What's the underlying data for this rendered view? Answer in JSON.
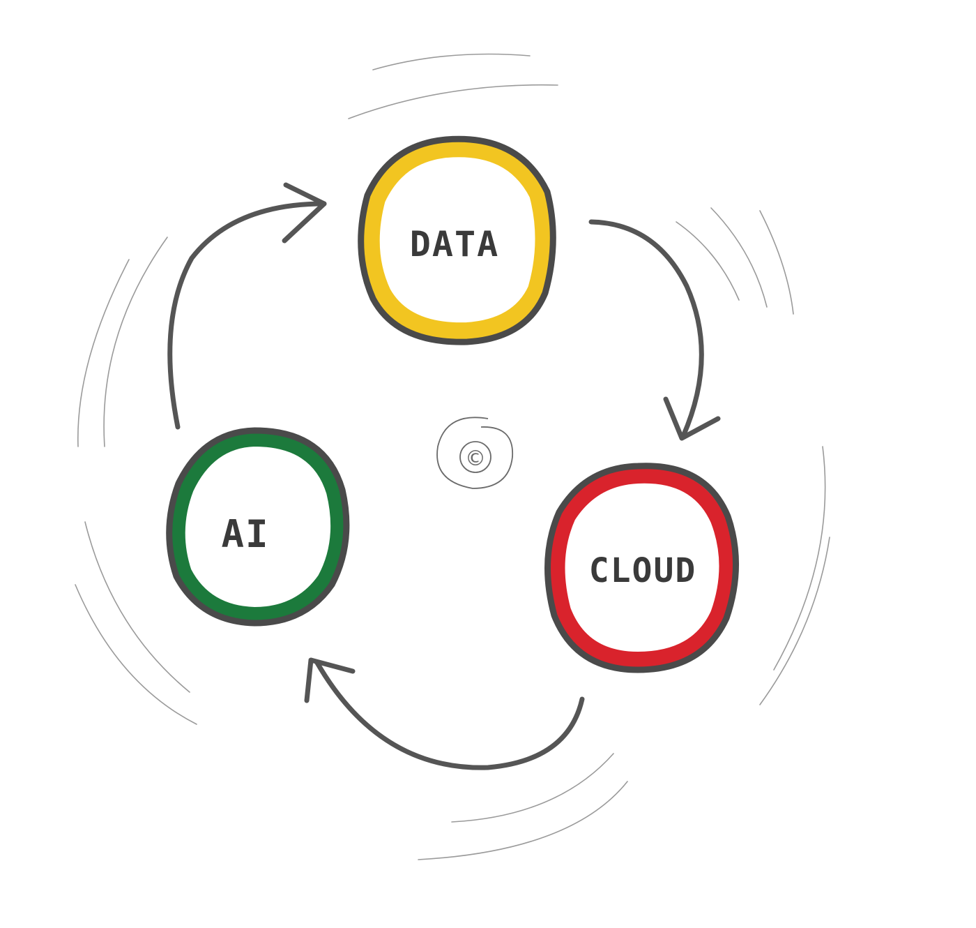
{
  "nodes": [
    {
      "id": "data",
      "label": "DATA",
      "color": "#f2c521"
    },
    {
      "id": "cloud",
      "label": "CLOUD",
      "color": "#d9232c"
    },
    {
      "id": "ai",
      "label": "AI",
      "color": "#1c7a3c"
    }
  ],
  "center_symbol": "©",
  "arrow_color": "#555555",
  "outline_color": "#4a4a4a"
}
